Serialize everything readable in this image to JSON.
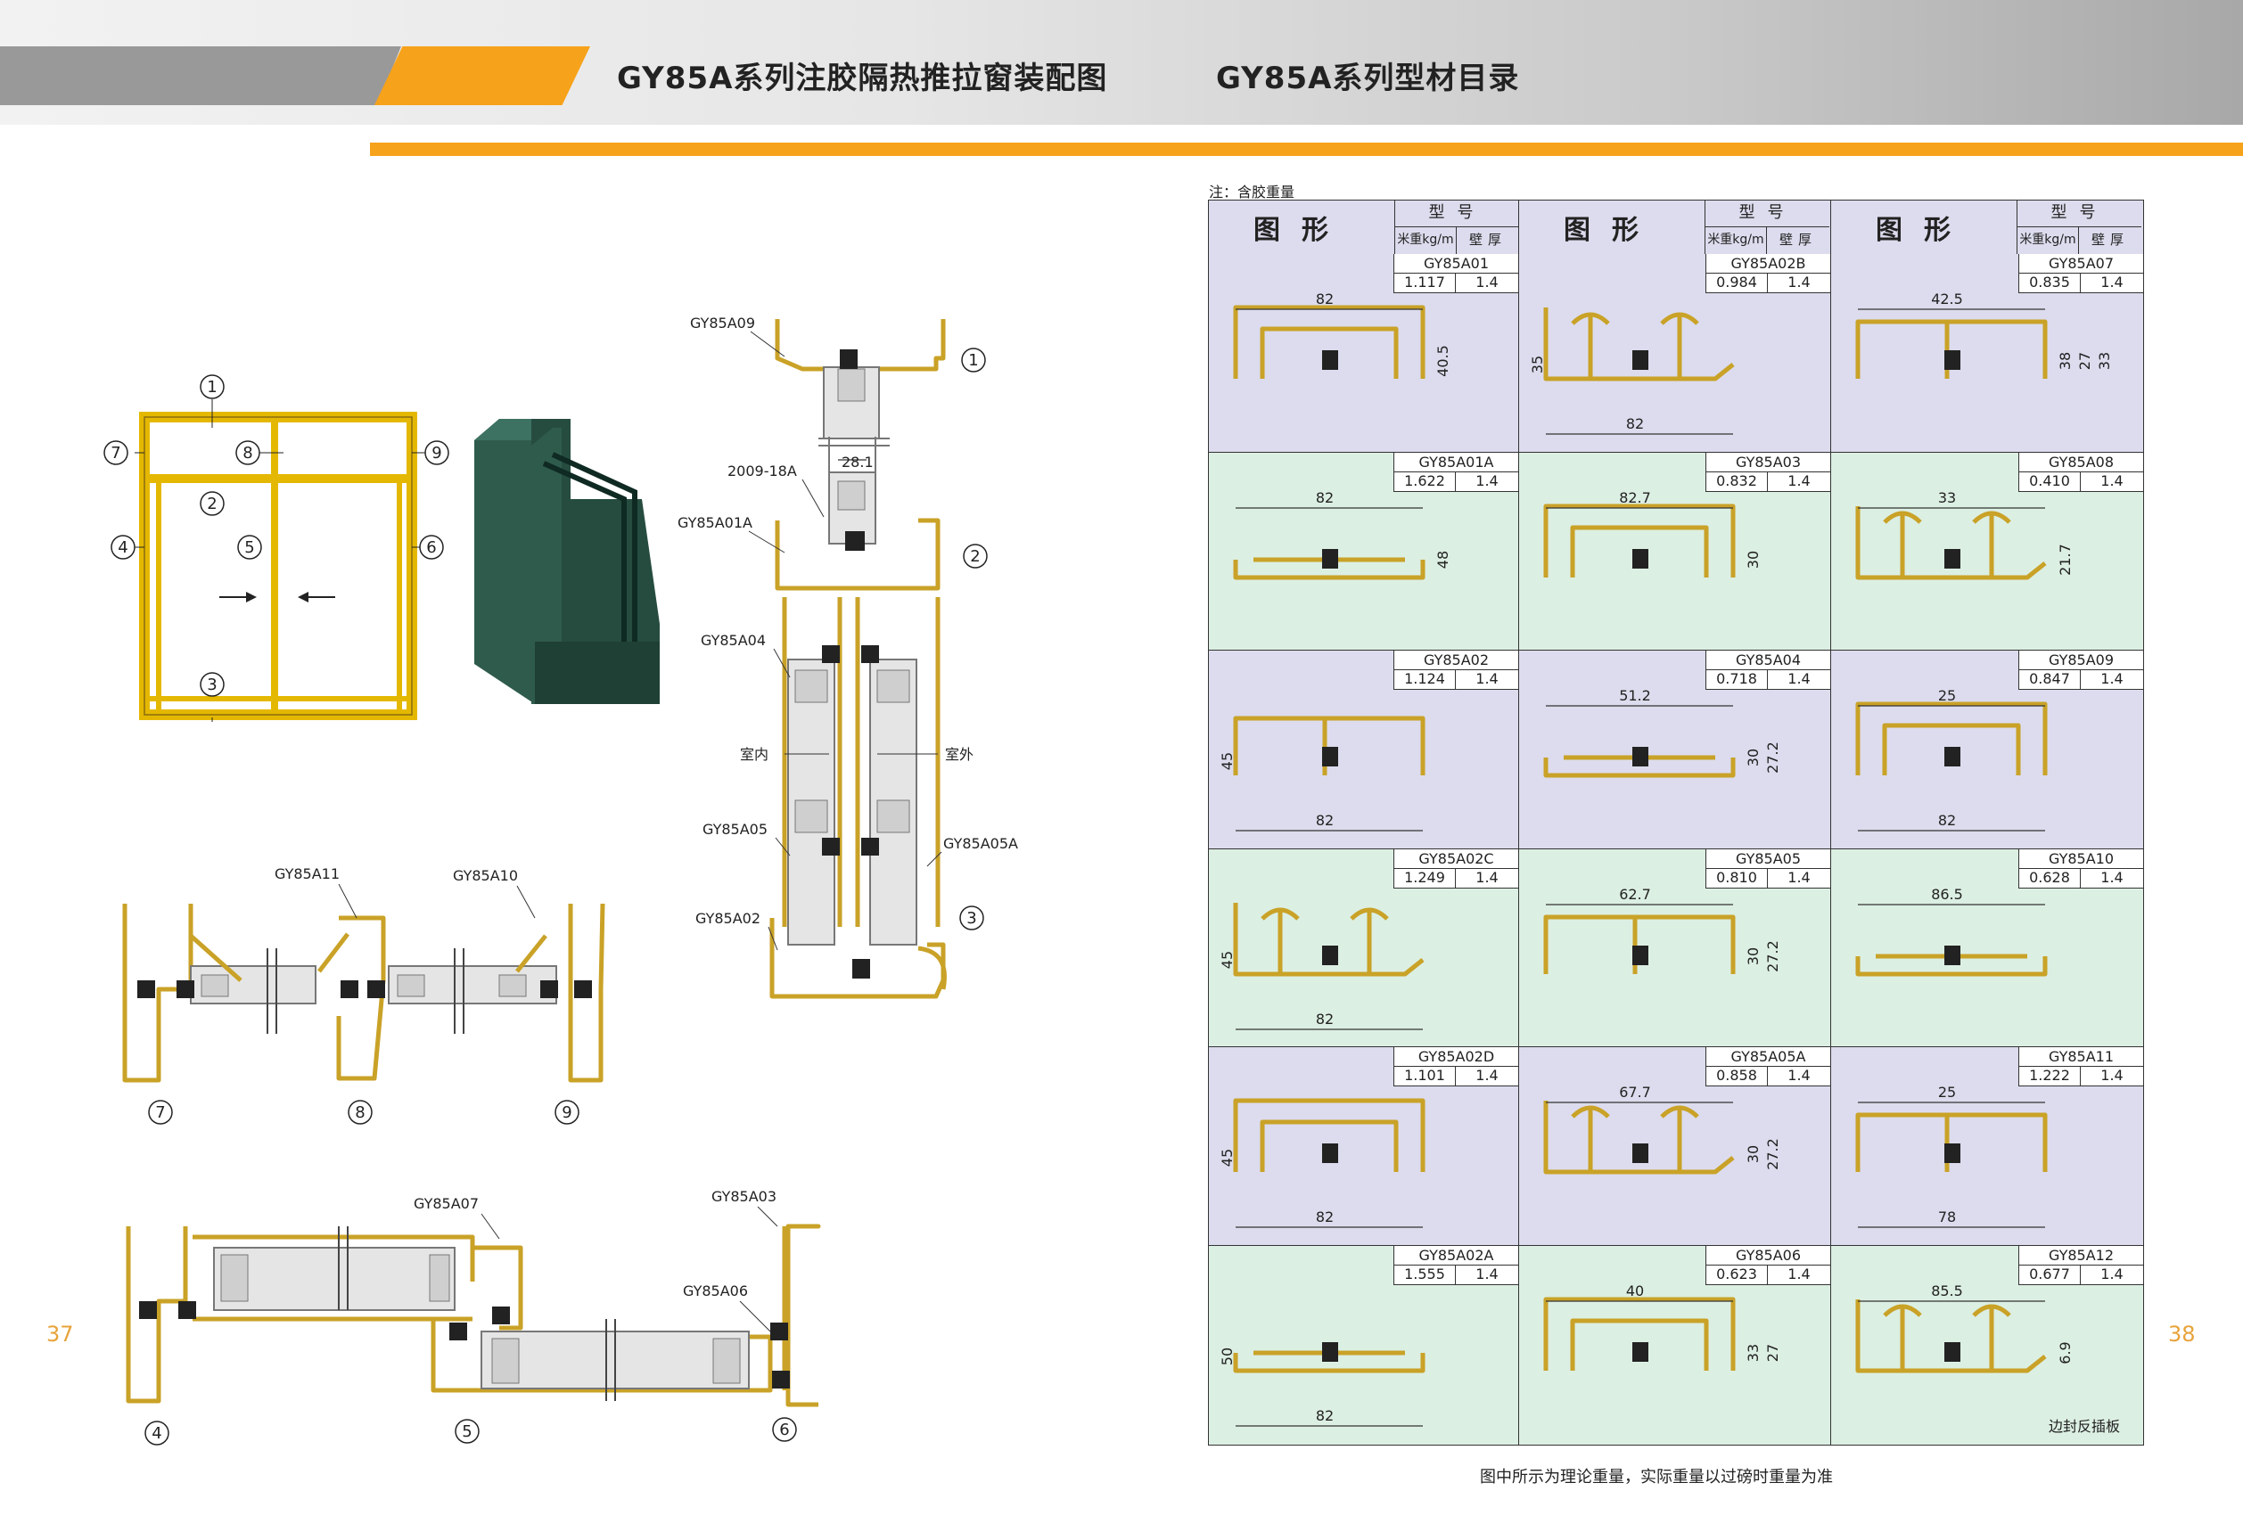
{
  "header": {
    "left_title": "GY85A系列注胶隔热推拉窗装配图",
    "right_title": "GY85A系列型材目录"
  },
  "page_numbers": {
    "left": "37",
    "right": "38"
  },
  "assembly": {
    "elevation_numbers": [
      "1",
      "2",
      "3",
      "4",
      "5",
      "6",
      "7",
      "8",
      "9"
    ],
    "vertical_labels": [
      "GY85A09",
      "2009-18A",
      "GY85A01A",
      "GY85A04",
      "GY85A05",
      "GY85A05A",
      "GY85A02"
    ],
    "dim_28": "28.1",
    "indoor": "室内",
    "outdoor": "室外",
    "horizontal_upper_labels": [
      "GY85A11",
      "GY85A10"
    ],
    "horizontal_lower_labels": [
      "GY85A07",
      "GY85A03",
      "GY85A06"
    ]
  },
  "catalog": {
    "note": "注：含胶重量",
    "header": {
      "figure": "图形",
      "type": "型号",
      "weight": "米重kg/m",
      "thickness": "壁厚"
    },
    "rows": [
      {
        "color": "purple",
        "cells": [
          {
            "code": "GY85A01",
            "weight": "1.117",
            "thickness": "1.4",
            "dims": [
              "82",
              "40.5"
            ]
          },
          {
            "code": "GY85A02B",
            "weight": "0.984",
            "thickness": "1.4",
            "dims": [
              "35",
              "82"
            ]
          },
          {
            "code": "GY85A07",
            "weight": "0.835",
            "thickness": "1.4",
            "dims": [
              "42.5",
              "38",
              "27",
              "33"
            ]
          }
        ]
      },
      {
        "color": "green",
        "cells": [
          {
            "code": "GY85A01A",
            "weight": "1.622",
            "thickness": "1.4",
            "dims": [
              "82",
              "48"
            ]
          },
          {
            "code": "GY85A03",
            "weight": "0.832",
            "thickness": "1.4",
            "dims": [
              "82.7",
              "30"
            ]
          },
          {
            "code": "GY85A08",
            "weight": "0.410",
            "thickness": "1.4",
            "dims": [
              "33",
              "21.7"
            ]
          }
        ]
      },
      {
        "color": "purple",
        "cells": [
          {
            "code": "GY85A02",
            "weight": "1.124",
            "thickness": "1.4",
            "dims": [
              "45",
              "82"
            ]
          },
          {
            "code": "GY85A04",
            "weight": "0.718",
            "thickness": "1.4",
            "dims": [
              "51.2",
              "30",
              "27.2"
            ]
          },
          {
            "code": "GY85A09",
            "weight": "0.847",
            "thickness": "1.4",
            "dims": [
              "25",
              "82"
            ]
          }
        ]
      },
      {
        "color": "green",
        "cells": [
          {
            "code": "GY85A02C",
            "weight": "1.249",
            "thickness": "1.4",
            "dims": [
              "45",
              "82"
            ]
          },
          {
            "code": "GY85A05",
            "weight": "0.810",
            "thickness": "1.4",
            "dims": [
              "62.7",
              "30",
              "27.2"
            ]
          },
          {
            "code": "GY85A10",
            "weight": "0.628",
            "thickness": "1.4",
            "dims": [
              "86.5"
            ]
          }
        ]
      },
      {
        "color": "purple",
        "cells": [
          {
            "code": "GY85A02D",
            "weight": "1.101",
            "thickness": "1.4",
            "dims": [
              "45",
              "82"
            ]
          },
          {
            "code": "GY85A05A",
            "weight": "0.858",
            "thickness": "1.4",
            "dims": [
              "67.7",
              "30",
              "27.2"
            ]
          },
          {
            "code": "GY85A11",
            "weight": "1.222",
            "thickness": "1.4",
            "dims": [
              "25",
              "78"
            ]
          }
        ]
      },
      {
        "color": "green",
        "cells": [
          {
            "code": "GY85A02A",
            "weight": "1.555",
            "thickness": "1.4",
            "dims": [
              "50",
              "82"
            ]
          },
          {
            "code": "GY85A06",
            "weight": "0.623",
            "thickness": "1.4",
            "dims": [
              "40",
              "33",
              "27"
            ]
          },
          {
            "code": "GY85A12",
            "weight": "0.677",
            "thickness": "1.4",
            "dims": [
              "85.5",
              "6.9"
            ],
            "extra": "边封反插板"
          }
        ]
      }
    ],
    "footnote": "图中所示为理论重量，实际重量以过磅时重量为准"
  },
  "colors": {
    "accent": "#f7a21b",
    "profile": "#c9a227",
    "purple_row": "#dcdcee",
    "green_row": "#dcefe3",
    "window_frame": "#2f5b4c"
  }
}
